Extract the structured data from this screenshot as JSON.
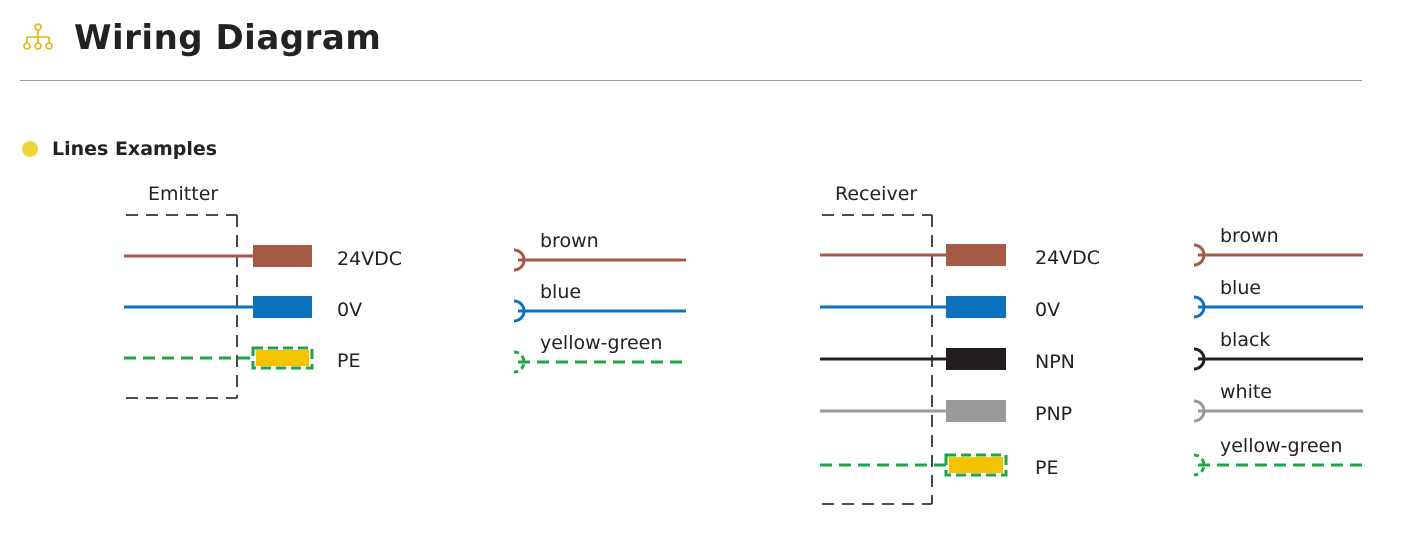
{
  "header": {
    "title": "Wiring Diagram",
    "icon": "hierarchy-icon",
    "icon_color": "#E5B30C"
  },
  "section": {
    "title": "Lines Examples",
    "bullet_color": "#F2D43A"
  },
  "colors": {
    "brown": "#A65944",
    "blue": "#0C72BE",
    "black": "#231F20",
    "gray": "#9A9A9C",
    "green": "#1FA544",
    "yellow": "#F5C400",
    "frame": "#333333"
  },
  "emitter": {
    "title": "Emitter",
    "wires": [
      {
        "terminal": "24VDC",
        "color": "brown",
        "style": "solid",
        "legend": "brown"
      },
      {
        "terminal": "0V",
        "color": "blue",
        "style": "solid",
        "legend": "blue"
      },
      {
        "terminal": "PE",
        "color": "green",
        "style": "dashed",
        "legend": "yellow-green"
      }
    ]
  },
  "receiver": {
    "title": "Receiver",
    "wires": [
      {
        "terminal": "24VDC",
        "color": "brown",
        "style": "solid",
        "legend": "brown"
      },
      {
        "terminal": "0V",
        "color": "blue",
        "style": "solid",
        "legend": "blue"
      },
      {
        "terminal": "NPN",
        "color": "black",
        "style": "solid",
        "legend": "black"
      },
      {
        "terminal": "PNP",
        "color": "gray",
        "style": "solid",
        "legend": "white"
      },
      {
        "terminal": "PE",
        "color": "green",
        "style": "dashed",
        "legend": "yellow-green"
      }
    ]
  }
}
